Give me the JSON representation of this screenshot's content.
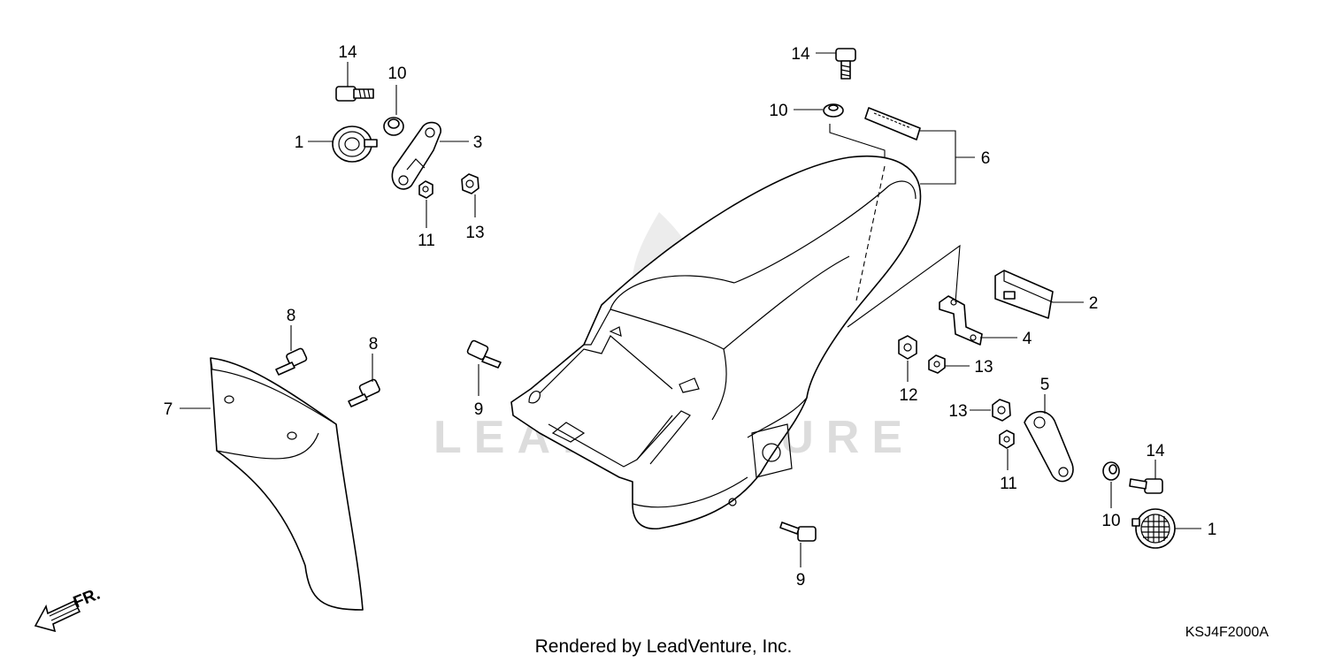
{
  "diagram": {
    "callouts": [
      {
        "id": "c14a",
        "label": "14"
      },
      {
        "id": "c10a",
        "label": "10"
      },
      {
        "id": "c1a",
        "label": "1"
      },
      {
        "id": "c3",
        "label": "3"
      },
      {
        "id": "c11a",
        "label": "11"
      },
      {
        "id": "c13a",
        "label": "13"
      },
      {
        "id": "c14b",
        "label": "14"
      },
      {
        "id": "c10b",
        "label": "10"
      },
      {
        "id": "c6",
        "label": "6"
      },
      {
        "id": "c2",
        "label": "2"
      },
      {
        "id": "c4",
        "label": "4"
      },
      {
        "id": "c13b",
        "label": "13"
      },
      {
        "id": "c12",
        "label": "12"
      },
      {
        "id": "c8a",
        "label": "8"
      },
      {
        "id": "c8b",
        "label": "8"
      },
      {
        "id": "c7",
        "label": "7"
      },
      {
        "id": "c9a",
        "label": "9"
      },
      {
        "id": "c9b",
        "label": "9"
      },
      {
        "id": "c5",
        "label": "5"
      },
      {
        "id": "c13c",
        "label": "13"
      },
      {
        "id": "c11b",
        "label": "11"
      },
      {
        "id": "c14c",
        "label": "14"
      },
      {
        "id": "c10c",
        "label": "10"
      },
      {
        "id": "c1b",
        "label": "1"
      }
    ],
    "front_arrow_label": "FR.",
    "watermark": "LEADVENTURE",
    "footer": "Rendered by LeadVenture, Inc.",
    "diagram_code": "KSJ4F2000A"
  }
}
